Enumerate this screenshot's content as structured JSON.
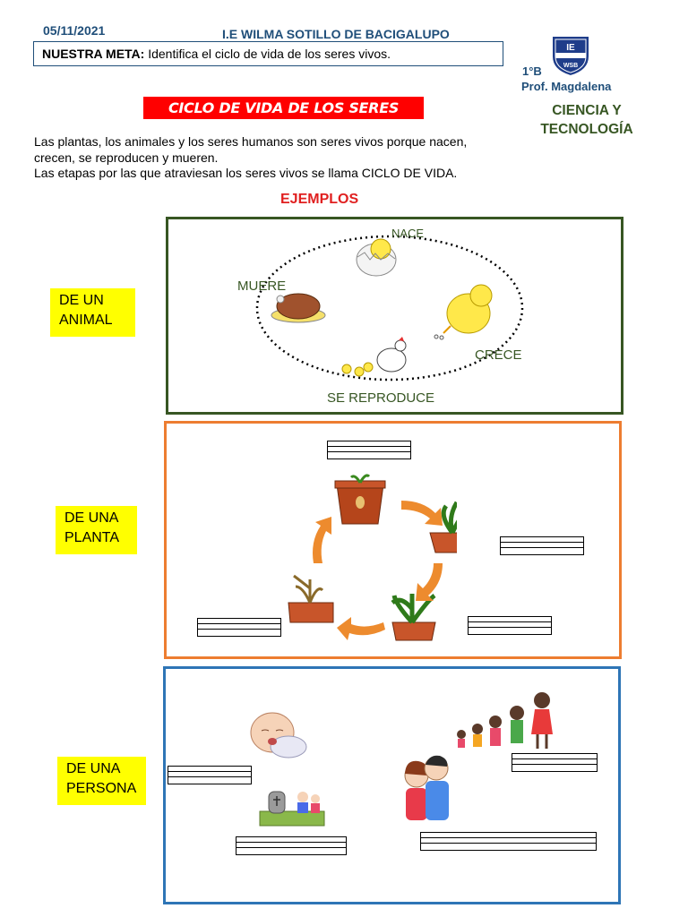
{
  "header": {
    "date": "05/11/2021",
    "school": "I.E WILMA SOTILLO DE BACIGALUPO",
    "goal_label": "NUESTRA META:",
    "goal_text": " Identifica el ciclo de vida de los seres vivos.",
    "grade": "1°B",
    "teacher": "Prof. Magdalena",
    "subject_line1": "CIENCIA Y",
    "subject_line2": "TECNOLOGÍA",
    "logo_text_top": "IE",
    "logo_text_bottom": "WSB"
  },
  "title": "CICLO DE VIDA DE LOS SERES VIVOS",
  "intro": {
    "line1": "Las plantas, los animales y los seres humanos son seres vivos porque nacen,",
    "line2": "crecen, se reproducen y mueren.",
    "line3": "Las etapas por las que atraviesan los seres vivos se llama CICLO DE VIDA."
  },
  "examples_heading": "EJEMPLOS",
  "animal": {
    "label_line1": "DE UN",
    "label_line2": "ANIMAL",
    "stages": {
      "born": "NACE",
      "grows": "CRECE",
      "reproduces": "SE REPRODUCE",
      "dies": "MUERE"
    }
  },
  "plant": {
    "label_line1": "DE UNA",
    "label_line2": "PLANTA"
  },
  "person": {
    "label_line1": "DE UNA",
    "label_line2": "PERSONA"
  },
  "colors": {
    "animal_border": "#375623",
    "plant_border": "#ed7d31",
    "person_border": "#2e75b6",
    "label_bg": "#ffff00",
    "title_bg": "#ff0000",
    "arrow": "#ed8b2e"
  }
}
